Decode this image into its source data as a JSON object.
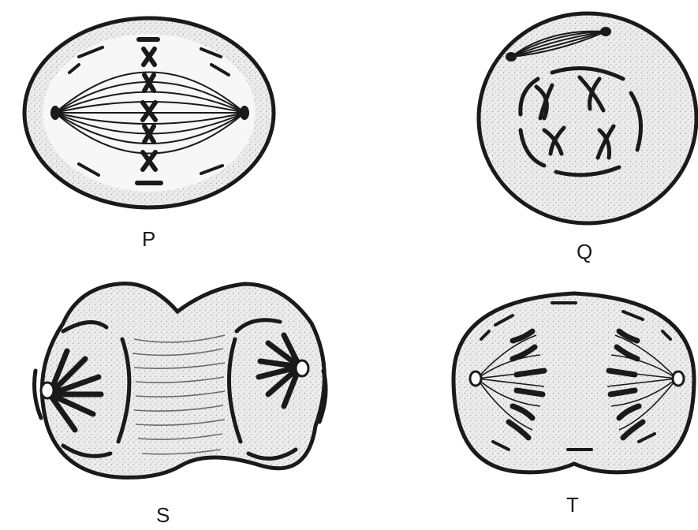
{
  "labels": {
    "p": "P",
    "q": "Q",
    "s": "S",
    "t": "T"
  },
  "colors": {
    "ink": "#1a1a1a",
    "cytoplasm": "#e6e6e6",
    "background": "#ffffff"
  },
  "stages": [
    {
      "label_key": "p",
      "depicts": "metaphase"
    },
    {
      "label_key": "q",
      "depicts": "prophase"
    },
    {
      "label_key": "s",
      "depicts": "telophase"
    },
    {
      "label_key": "t",
      "depicts": "anaphase"
    }
  ]
}
